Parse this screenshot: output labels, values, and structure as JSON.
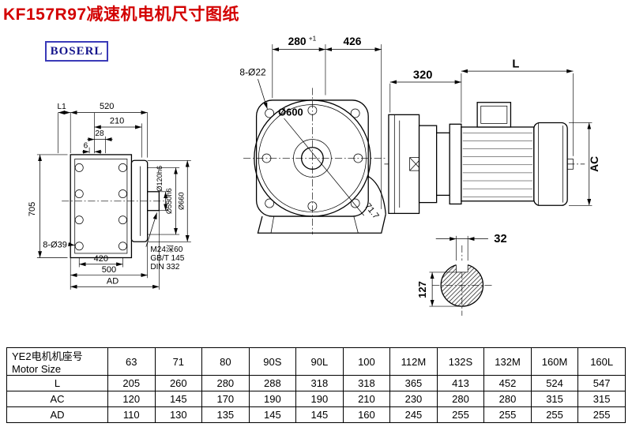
{
  "page": {
    "title": "KF157R97减速机电机尺寸图纸",
    "brand": "BOSERL"
  },
  "colors": {
    "title_red": "#d30000",
    "note_blue": "#0033b3",
    "brand_navy": "#14148c"
  },
  "left_view": {
    "dim_l1": "L1",
    "dim_520": "520",
    "dim_210": "210",
    "dim_28": "28",
    "dim_6": "6",
    "dim_705": "705",
    "holes": "8-Ø39",
    "dim_420": "420",
    "dim_500": "500",
    "dim_ad": "AD",
    "shaft_dia": "Ø120h6",
    "spigot_dia": "Ø550h6",
    "flange_dia": "Ø660",
    "note_tap": "M24深60",
    "note_gb": "GB/T 145",
    "note_din": "DIN 332"
  },
  "front_view": {
    "dim_280": "280",
    "tol_280": "+1",
    "dim_426": "426",
    "holes": "8-Ø22",
    "bolt_circle": "Ø600",
    "diag": "71.7"
  },
  "motor_view": {
    "dim_320": "320",
    "dim_l": "L",
    "dim_ac": "AC"
  },
  "shaft_view": {
    "dim_32": "32",
    "dim_127": "127"
  },
  "table": {
    "header_cn": "YE2电机机座号",
    "header_en": "Motor Size",
    "sizes": [
      "63",
      "71",
      "80",
      "90S",
      "90L",
      "100",
      "112M",
      "132S",
      "132M",
      "160M",
      "160L"
    ],
    "rows": [
      {
        "label": "L",
        "values": [
          "205",
          "260",
          "280",
          "288",
          "318",
          "318",
          "365",
          "413",
          "452",
          "524",
          "547"
        ]
      },
      {
        "label": "AC",
        "values": [
          "120",
          "145",
          "170",
          "190",
          "190",
          "210",
          "230",
          "280",
          "280",
          "315",
          "315"
        ]
      },
      {
        "label": "AD",
        "values": [
          "110",
          "130",
          "135",
          "145",
          "145",
          "160",
          "245",
          "255",
          "255",
          "255",
          "255"
        ]
      }
    ]
  }
}
